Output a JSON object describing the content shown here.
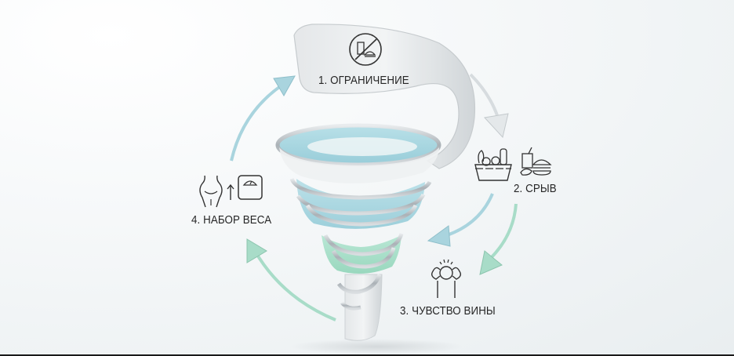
{
  "diagram": {
    "type": "cycle-funnel",
    "stages": [
      {
        "step": 1,
        "label": "1. ОГРАНИЧЕНИЕ",
        "icon": "no-food-icon"
      },
      {
        "step": 2,
        "label": "2. СРЫВ",
        "icons": [
          "food-basket-icon",
          "fast-food-icon"
        ]
      },
      {
        "step": 3,
        "label": "3. ЧУВСТВО ВИНЫ",
        "icon": "stressed-person-icon"
      },
      {
        "step": 4,
        "label": "4. НАБОР ВЕСА",
        "icons": [
          "body-weight-icon",
          "up-arrow-icon",
          "scale-icon"
        ]
      }
    ],
    "flow": [
      "1 → 2",
      "2 → 3",
      "3 → 4",
      "4 → 1"
    ],
    "colors": {
      "arrow_gray": "#d5dadd",
      "arrow_blue": "#a9d4de",
      "arrow_green": "#a8dcc8",
      "funnel_blue": "#a9d6e0",
      "funnel_green": "#a6dec6",
      "coil_silver": "#b8bec2",
      "text": "#262626"
    }
  }
}
